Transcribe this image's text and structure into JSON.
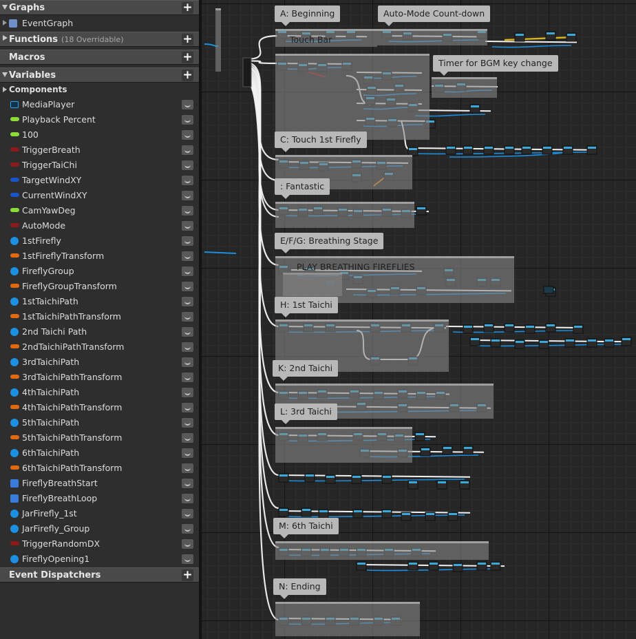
{
  "sections": {
    "graphs": "Graphs",
    "functions": "Functions",
    "functions_note": "(18 Overridable)",
    "macros": "Macros",
    "variables": "Variables",
    "components": "Components",
    "event_dispatchers": "Event Dispatchers"
  },
  "graphs": {
    "event_graph": "EventGraph"
  },
  "variables": [
    {
      "name": "MediaPlayer",
      "icon": "media-player-icon",
      "color": "#2aa9e6"
    },
    {
      "name": "Playback Percent",
      "icon": "float-variable-icon",
      "color": "#8bdc3a"
    },
    {
      "name": "100",
      "icon": "float-variable-icon",
      "color": "#8bdc3a"
    },
    {
      "name": "TriggerBreath",
      "icon": "boolean-variable-icon",
      "color": "#8c1a1a"
    },
    {
      "name": "TriggerTaiChi",
      "icon": "boolean-variable-icon",
      "color": "#8c1a1a"
    },
    {
      "name": "TargetWindXY",
      "icon": "vector-variable-icon",
      "color": "#1a55c8"
    },
    {
      "name": "CurrentWindXY",
      "icon": "vector-variable-icon",
      "color": "#1a55c8"
    },
    {
      "name": "CamYawDeg",
      "icon": "float-variable-icon",
      "color": "#8bdc3a"
    },
    {
      "name": "AutoMode",
      "icon": "boolean-variable-icon",
      "color": "#8c1a1a"
    },
    {
      "name": "1stFirefly",
      "icon": "object-variable-icon",
      "color": "#1c8fe0"
    },
    {
      "name": "1stFireflyTransform",
      "icon": "transform-variable-icon",
      "color": "#e06a10"
    },
    {
      "name": "FireflyGroup",
      "icon": "object-variable-icon",
      "color": "#1c8fe0"
    },
    {
      "name": "FireflyGroupTransform",
      "icon": "transform-variable-icon",
      "color": "#e06a10"
    },
    {
      "name": "1stTaichiPath",
      "icon": "object-variable-icon",
      "color": "#1c8fe0"
    },
    {
      "name": "1stTaichiPathTransform",
      "icon": "transform-variable-icon",
      "color": "#e06a10"
    },
    {
      "name": "2nd Taichi Path",
      "icon": "object-variable-icon",
      "color": "#1c8fe0"
    },
    {
      "name": "2ndTaichiPathTransform",
      "icon": "transform-variable-icon",
      "color": "#e06a10"
    },
    {
      "name": "3rdTaichiPath",
      "icon": "object-variable-icon",
      "color": "#1c8fe0"
    },
    {
      "name": "3rdTaichiPathTransform",
      "icon": "transform-variable-icon",
      "color": "#e06a10"
    },
    {
      "name": "4thTaichiPath",
      "icon": "object-variable-icon",
      "color": "#1c8fe0"
    },
    {
      "name": "4thTaichiPathTransform",
      "icon": "transform-variable-icon",
      "color": "#e06a10"
    },
    {
      "name": "5thTaichiPath",
      "icon": "object-variable-icon",
      "color": "#1c8fe0"
    },
    {
      "name": "5thTaichiPathTransform",
      "icon": "transform-variable-icon",
      "color": "#e06a10"
    },
    {
      "name": "6thTaichiPath",
      "icon": "object-variable-icon",
      "color": "#1c8fe0"
    },
    {
      "name": "6thTaichiPathTransform",
      "icon": "transform-variable-icon",
      "color": "#e06a10"
    },
    {
      "name": "FireflyBreathStart",
      "icon": "particle-system-icon",
      "color": "#3a7ad8"
    },
    {
      "name": "FireflyBreathLoop",
      "icon": "particle-system-icon",
      "color": "#3a7ad8"
    },
    {
      "name": "JarFirefly_1st",
      "icon": "object-variable-icon",
      "color": "#1c8fe0"
    },
    {
      "name": "JarFirefly_Group",
      "icon": "object-variable-icon",
      "color": "#1c8fe0"
    },
    {
      "name": "TriggerRandomDX",
      "icon": "boolean-variable-icon",
      "color": "#8c1a1a"
    },
    {
      "name": "FireflyOpening1",
      "icon": "object-variable-icon",
      "color": "#1c8fe0"
    }
  ],
  "comments": [
    {
      "name": "comment-beginning",
      "label": "A: Beginning"
    },
    {
      "name": "comment-auto-mode",
      "label": "Auto-Mode Count-down"
    },
    {
      "name": "comment-bgm-timer",
      "label": "Timer for BGM key change"
    },
    {
      "name": "comment-touch-1st-firefly",
      "label": "C: Touch 1st Firefly"
    },
    {
      "name": "comment-fantastic",
      "label": ": Fantastic"
    },
    {
      "name": "comment-breathing-stage",
      "label": "E/F/G: Breathing Stage"
    },
    {
      "name": "comment-1st-taichi",
      "label": "H: 1st Taichi"
    },
    {
      "name": "comment-2nd-taichi",
      "label": "K: 2nd Taichi"
    },
    {
      "name": "comment-3rd-taichi",
      "label": "L: 3rd Taichi"
    },
    {
      "name": "comment-6th-taichi",
      "label": "M: 6th Taichi"
    },
    {
      "name": "comment-ending",
      "label": "N: Ending"
    }
  ],
  "inner_labels": {
    "touch_bar": "Touch Bar",
    "play_breathing": "PLAY BREATHING FIREFLIES"
  },
  "colors": {
    "exec_wire": "#f2f2f2",
    "object_wire": "#1c8fe0",
    "bool_wire": "#a01818",
    "float_wire": "#8bdc3a",
    "struct_wire": "#e08a18",
    "node_header": "#2a2a2a"
  }
}
